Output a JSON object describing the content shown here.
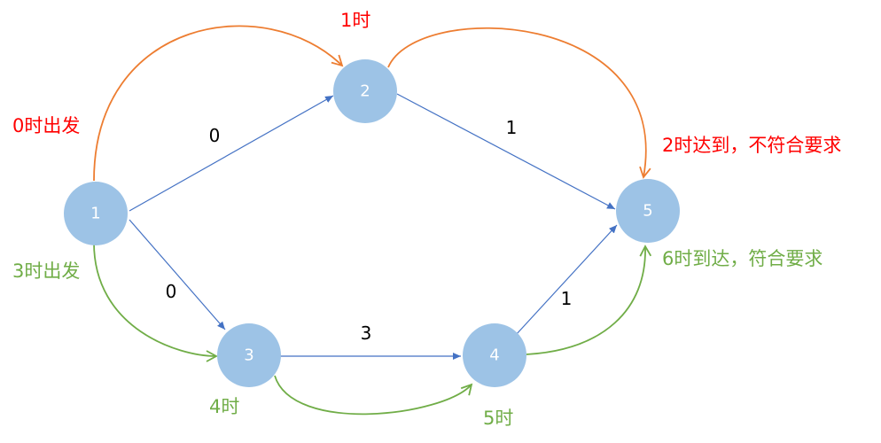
{
  "colors": {
    "node_fill": "#9dc3e6",
    "edge": "#4472c4",
    "orange_path": "#ed7d31",
    "green_path": "#70ad47",
    "red_text": "#ff0000",
    "green_text": "#70ad47"
  },
  "nodes": [
    {
      "id": "1",
      "label": "1"
    },
    {
      "id": "2",
      "label": "2"
    },
    {
      "id": "3",
      "label": "3"
    },
    {
      "id": "4",
      "label": "4"
    },
    {
      "id": "5",
      "label": "5"
    }
  ],
  "edges": [
    {
      "from": "1",
      "to": "2",
      "weight": "0"
    },
    {
      "from": "1",
      "to": "3",
      "weight": "0"
    },
    {
      "from": "2",
      "to": "5",
      "weight": "1"
    },
    {
      "from": "3",
      "to": "4",
      "weight": "3"
    },
    {
      "from": "4",
      "to": "5",
      "weight": "1"
    }
  ],
  "orange_path": {
    "notes": {
      "depart": "0时出发",
      "at_2": "1时",
      "arrive": "2时达到，不符合要求"
    }
  },
  "green_path": {
    "notes": {
      "depart": "3时出发",
      "at_3": "4时",
      "at_4": "5时",
      "arrive": "6时到达，符合要求"
    }
  }
}
